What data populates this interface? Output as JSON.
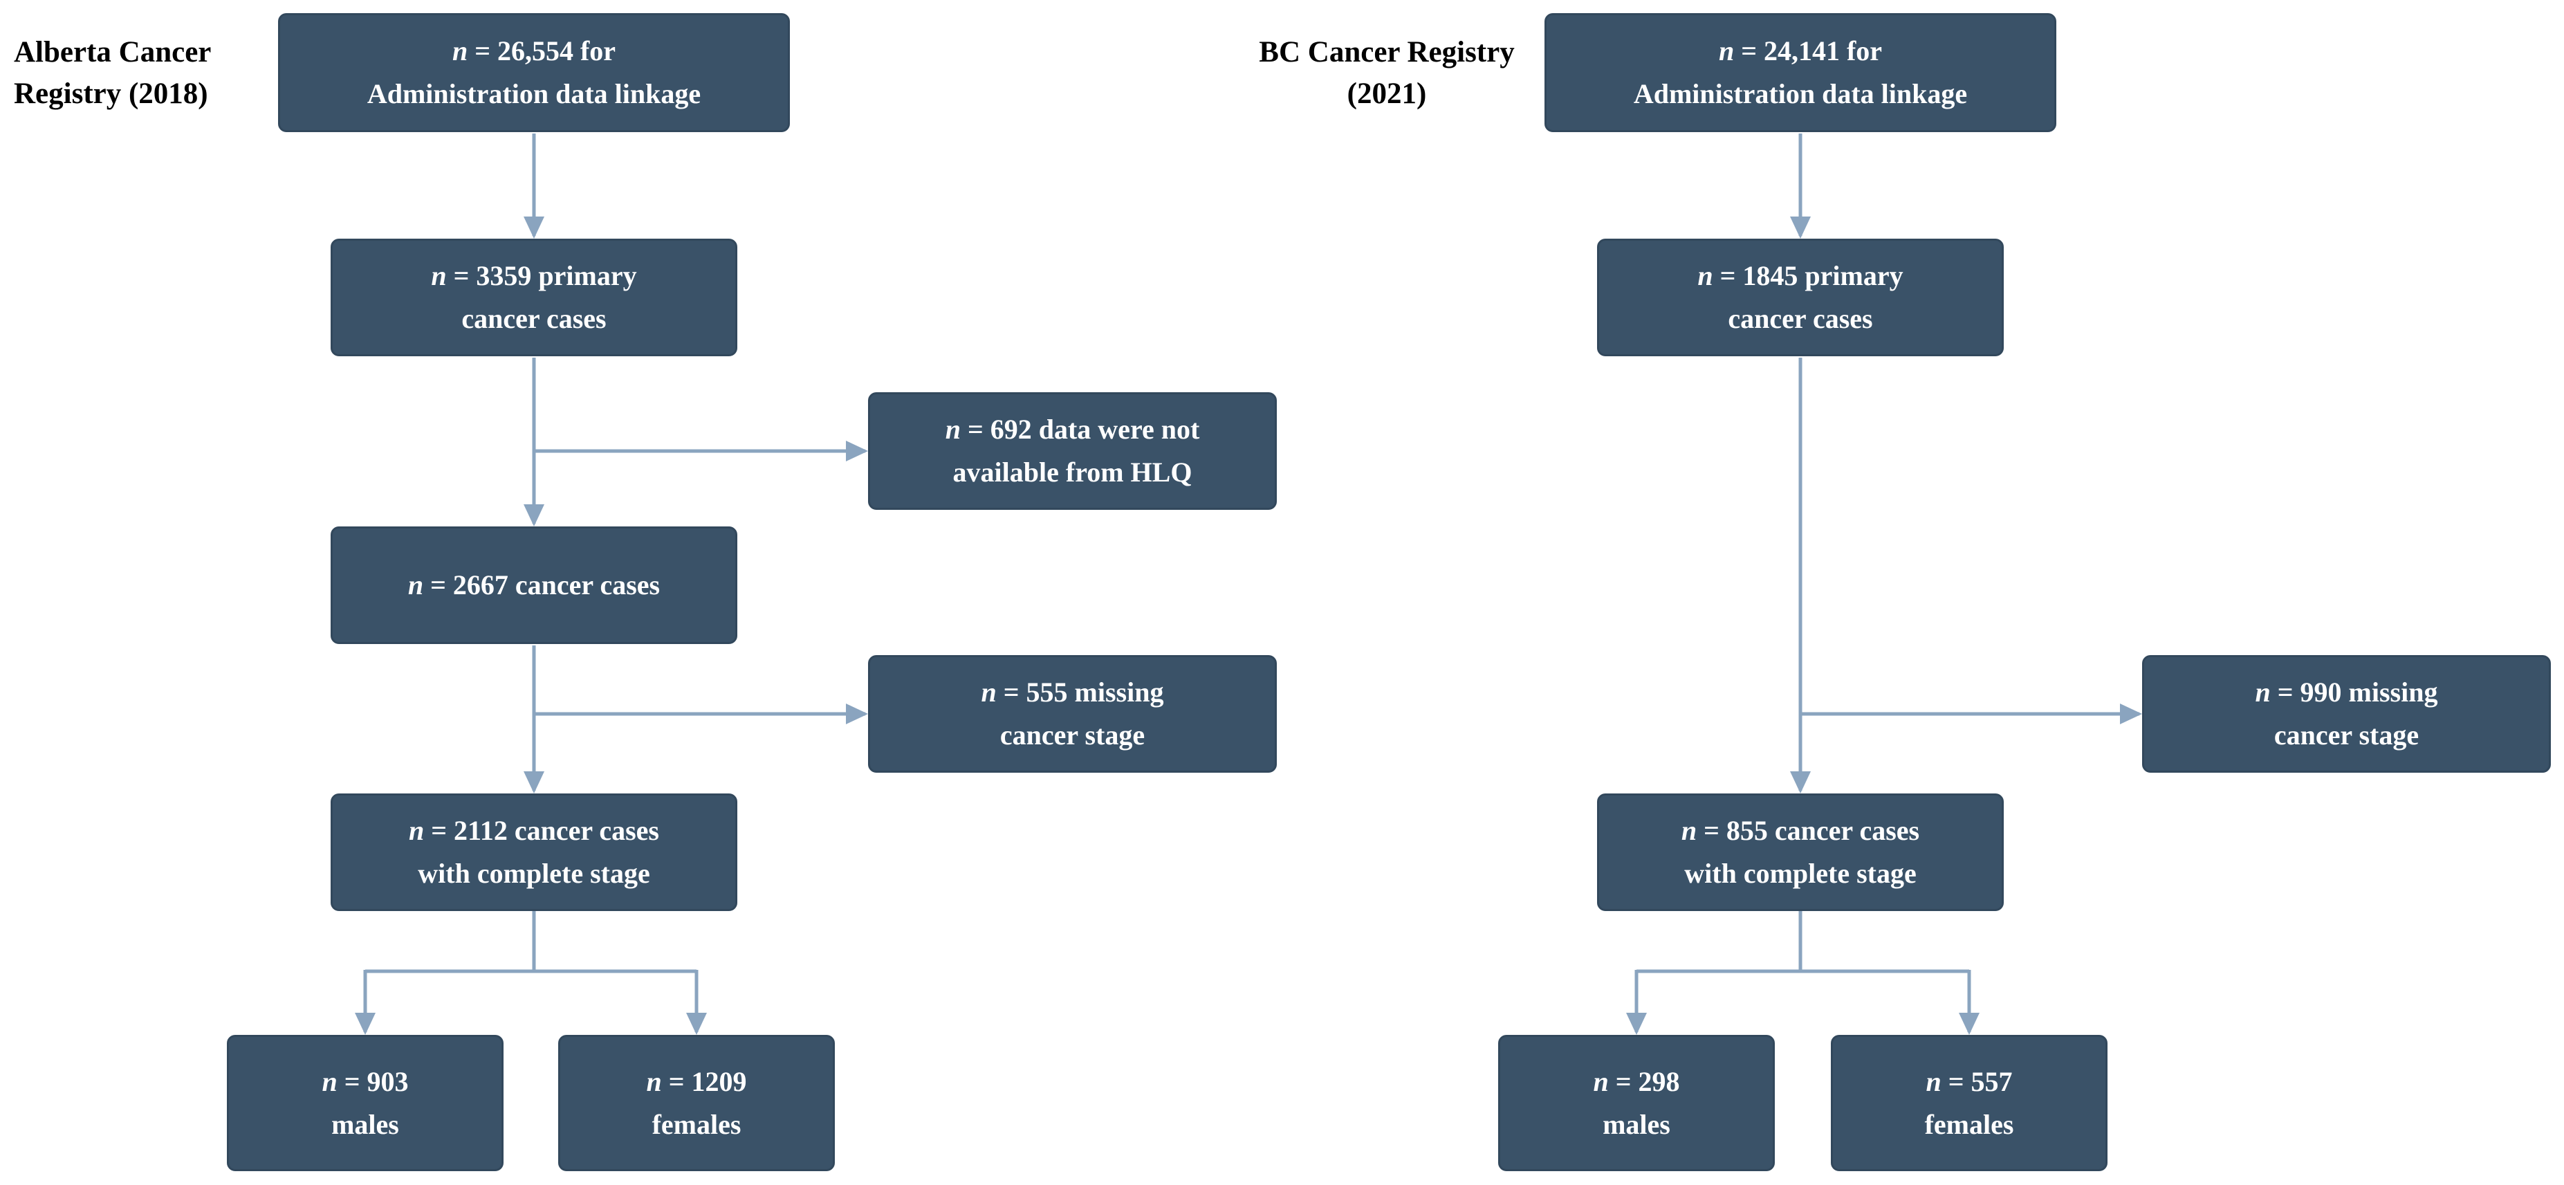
{
  "colors": {
    "page_bg": "#ffffff",
    "box_fill": "#3a5268",
    "box_border": "#32485c",
    "box_text": "#ffffff",
    "connector": "#8aa4bf",
    "label_color": "#000000"
  },
  "labels": {
    "alberta": {
      "lines": [
        "Alberta Cancer",
        "Registry (2018)"
      ]
    },
    "bc": {
      "lines": [
        "BC Cancer Registry",
        "(2021)"
      ]
    }
  },
  "nodes": {
    "ab_linkage": {
      "lines": [
        "n = 26,554 for",
        "Administration data linkage"
      ]
    },
    "ab_primary": {
      "lines": [
        "n = 3359 primary",
        "cancer cases"
      ]
    },
    "ab_hlq": {
      "lines": [
        "n = 692 data were not",
        "available from HLQ"
      ]
    },
    "ab_cases": {
      "lines": [
        "n = 2667 cancer cases"
      ]
    },
    "ab_missing": {
      "lines": [
        "n = 555 missing",
        "cancer stage"
      ]
    },
    "ab_complete": {
      "lines": [
        "n = 2112 cancer cases",
        "with complete stage"
      ]
    },
    "ab_males": {
      "lines": [
        "n = 903",
        "males"
      ]
    },
    "ab_females": {
      "lines": [
        "n = 1209",
        "females"
      ]
    },
    "bc_linkage": {
      "lines": [
        "n = 24,141 for",
        "Administration data linkage"
      ]
    },
    "bc_primary": {
      "lines": [
        "n = 1845 primary",
        "cancer cases"
      ]
    },
    "bc_missing": {
      "lines": [
        "n = 990 missing",
        "cancer stage"
      ]
    },
    "bc_complete": {
      "lines": [
        "n = 855 cancer cases",
        "with complete stage"
      ]
    },
    "bc_males": {
      "lines": [
        "n = 298",
        "males"
      ]
    },
    "bc_females": {
      "lines": [
        "n = 557",
        "females"
      ]
    }
  }
}
